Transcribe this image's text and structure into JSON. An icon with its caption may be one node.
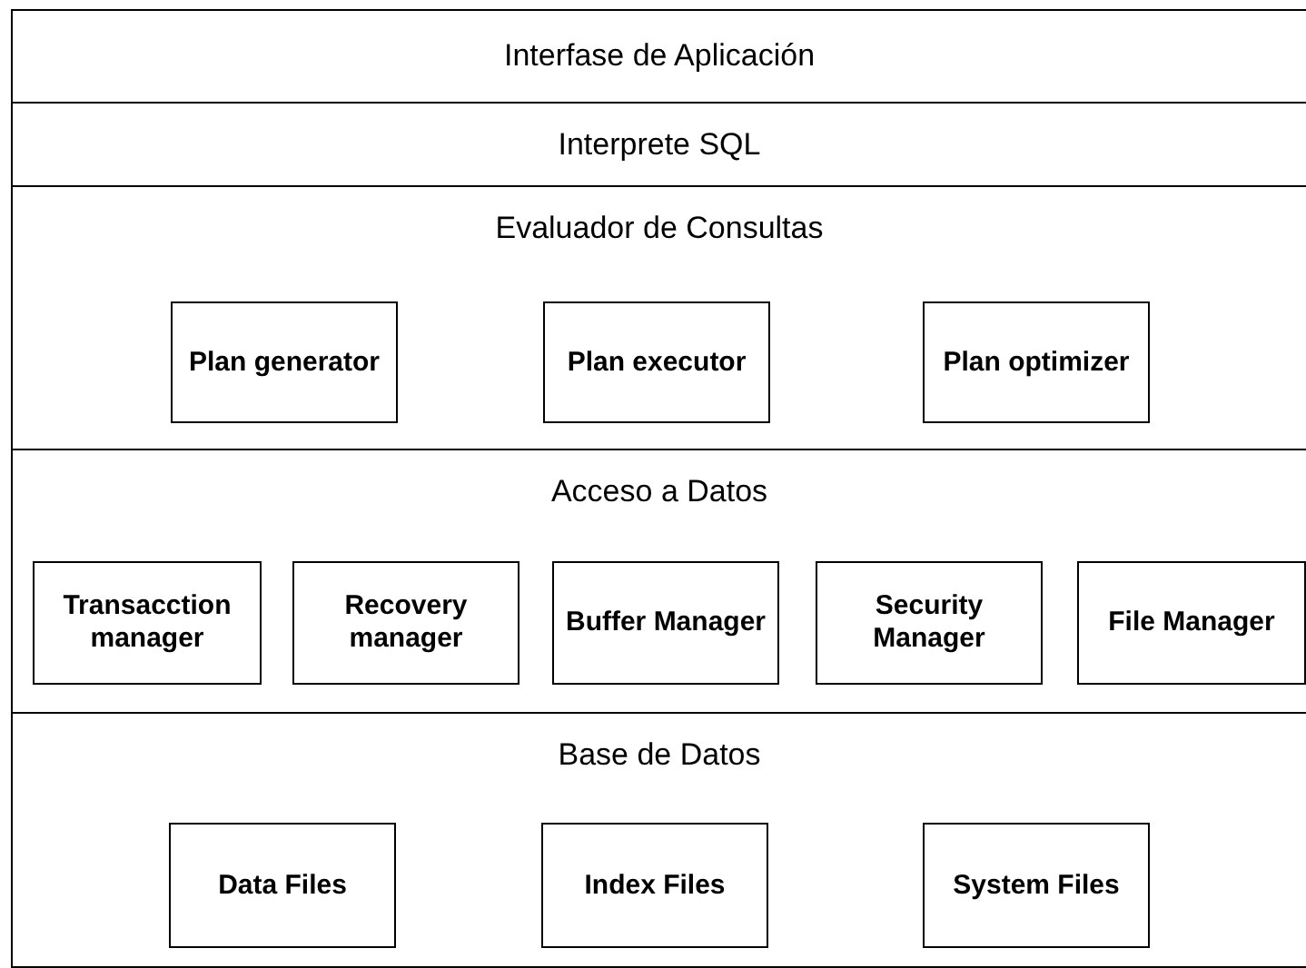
{
  "diagram": {
    "nodes": [
      {
        "text": [
          "Interfase de Aplicación"
        ]
      },
      {
        "text": [
          "Interprete SQL"
        ]
      },
      {
        "text": [
          "Evaluador de Consultas"
        ]
      },
      {
        "text": [
          "Plan generator"
        ],
        "in": 2
      },
      {
        "text": [
          "Plan executor"
        ],
        "in": 2
      },
      {
        "text": [
          "Plan optimizer"
        ],
        "in": 2
      },
      {
        "text": [
          "Acceso a Datos"
        ]
      },
      {
        "text": [
          "Transacction manager"
        ],
        "in": 6
      },
      {
        "text": [
          "Recovery manager"
        ],
        "in": 6
      },
      {
        "text": [
          "Buffer Manager"
        ],
        "in": 6
      },
      {
        "text": [
          "Security Manager"
        ],
        "in": 6
      },
      {
        "text": [
          "File Manager"
        ],
        "in": 6
      },
      {
        "text": [
          "Base de Datos"
        ]
      },
      {
        "text": [
          "Data Files"
        ],
        "in": 12
      },
      {
        "text": [
          "Index Files"
        ],
        "in": 12
      },
      {
        "text": [
          "System Files"
        ],
        "in": 12
      }
    ]
  }
}
